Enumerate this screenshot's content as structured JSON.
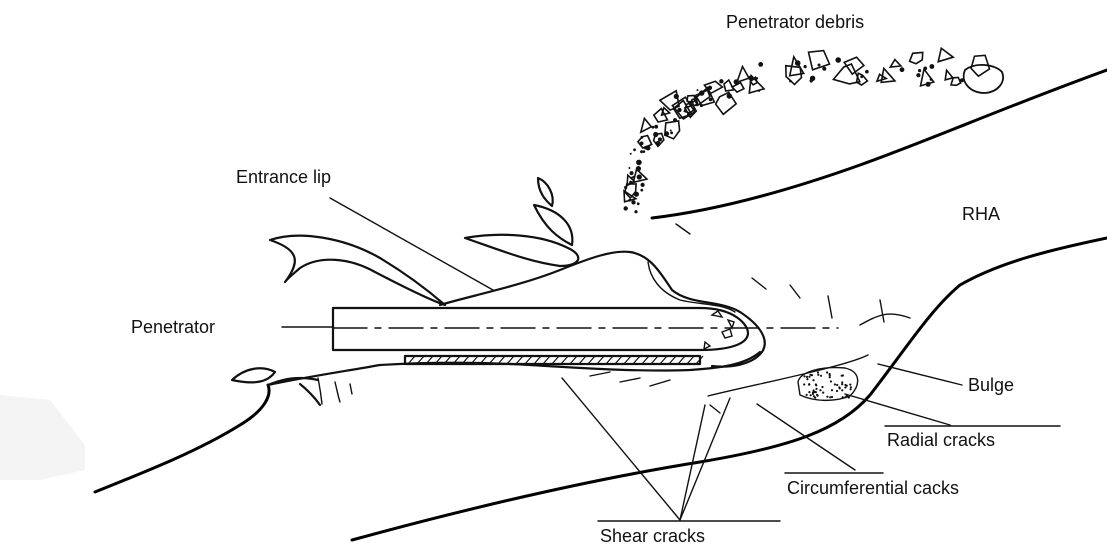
{
  "labels": {
    "penetrator_debris": "Penetrator debris",
    "entrance_lip": "Entrance lip",
    "rha": "RHA",
    "penetrator": "Penetrator",
    "bulge": "Bulge",
    "radial_cracks": "Radial cracks",
    "circumferential_cracks": "Circumferential cacks",
    "shear_cracks": "Shear cracks"
  },
  "colors": {
    "ink": "#111111",
    "background": "#ffffff"
  }
}
